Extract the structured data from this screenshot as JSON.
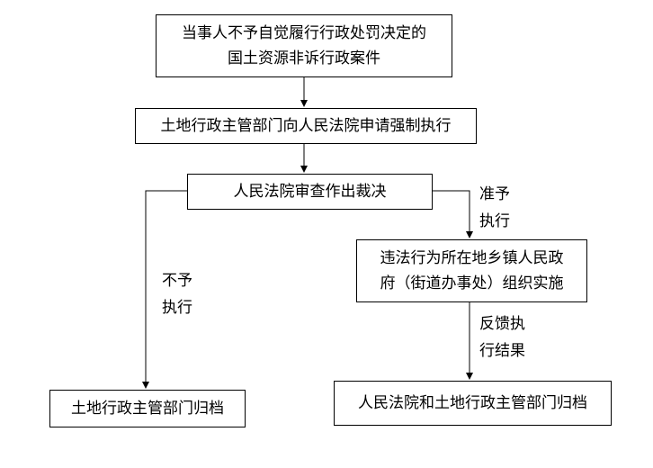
{
  "nodes": {
    "case": {
      "lines": [
        "当事人不予自觉履行行政处罚决定的",
        "国土资源非诉行政案件"
      ]
    },
    "apply": {
      "text": "土地行政主管部门向人民法院申请强制执行"
    },
    "review": {
      "text": "人民法院审查作出裁决"
    },
    "implement": {
      "lines": [
        "违法行为所在地乡镇人民政",
        "府（街道办事处）组织实施"
      ]
    },
    "archive_left": {
      "text": "土地行政主管部门归档"
    },
    "archive_right": {
      "text": "人民法院和土地行政主管部门归档"
    }
  },
  "edge_labels": {
    "approve": [
      "准予",
      "执行"
    ],
    "reject": [
      "不予",
      "执行"
    ],
    "feedback": [
      "反馈执",
      "行结果"
    ]
  },
  "colors": {
    "line": "#000000",
    "background": "#ffffff"
  }
}
